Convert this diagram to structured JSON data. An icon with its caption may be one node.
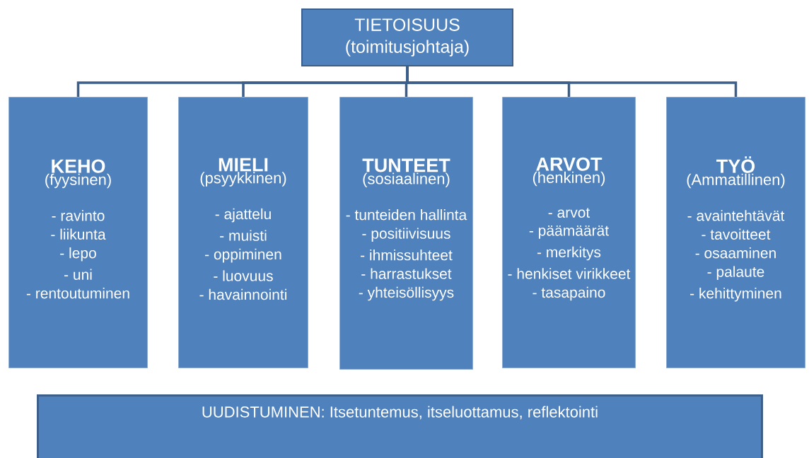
{
  "diagram": {
    "nodes": [
      {
        "text": [
          "TIETOISUUS",
          "(toimitusjohtaja)"
        ]
      },
      {
        "text": [
          "KEHO",
          "(fyysinen)",
          "- ravinto",
          "- liikunta",
          "- lepo",
          "- uni",
          "- rentoutuminen"
        ]
      },
      {
        "text": [
          "MIELI",
          "(psyykkinen)",
          "- ajattelu",
          "- muisti",
          "- oppiminen",
          "- luovuus",
          "- havainnointi"
        ]
      },
      {
        "text": [
          "TUNTEET",
          "(sosiaalinen)",
          "- tunteiden hallinta",
          "- positiivisuus",
          "- ihmissuhteet",
          "- harrastukset",
          "- yhteisöllisyys"
        ]
      },
      {
        "text": [
          "ARVOT",
          "(henkinen)",
          "- arvot",
          "- päämäärät",
          "- merkitys",
          "- henkiset virikkeet",
          "- tasapaino"
        ]
      },
      {
        "text": [
          "TYÖ",
          "(Ammatillinen)",
          "- avaintehtävät",
          "- tavoitteet",
          "- osaaminen",
          "- palaute",
          "- kehittyminen"
        ]
      },
      {
        "text": [
          "UUDISTUMINEN: Itsetuntemus, itseluottamus, reflektointi"
        ]
      }
    ],
    "edges": [
      {
        "from": 0,
        "to": 1,
        "arrow": "none"
      },
      {
        "from": 0,
        "to": 2,
        "arrow": "none"
      },
      {
        "from": 0,
        "to": 3,
        "arrow": "none"
      },
      {
        "from": 0,
        "to": 4,
        "arrow": "none"
      },
      {
        "from": 0,
        "to": 5,
        "arrow": "none"
      }
    ]
  }
}
